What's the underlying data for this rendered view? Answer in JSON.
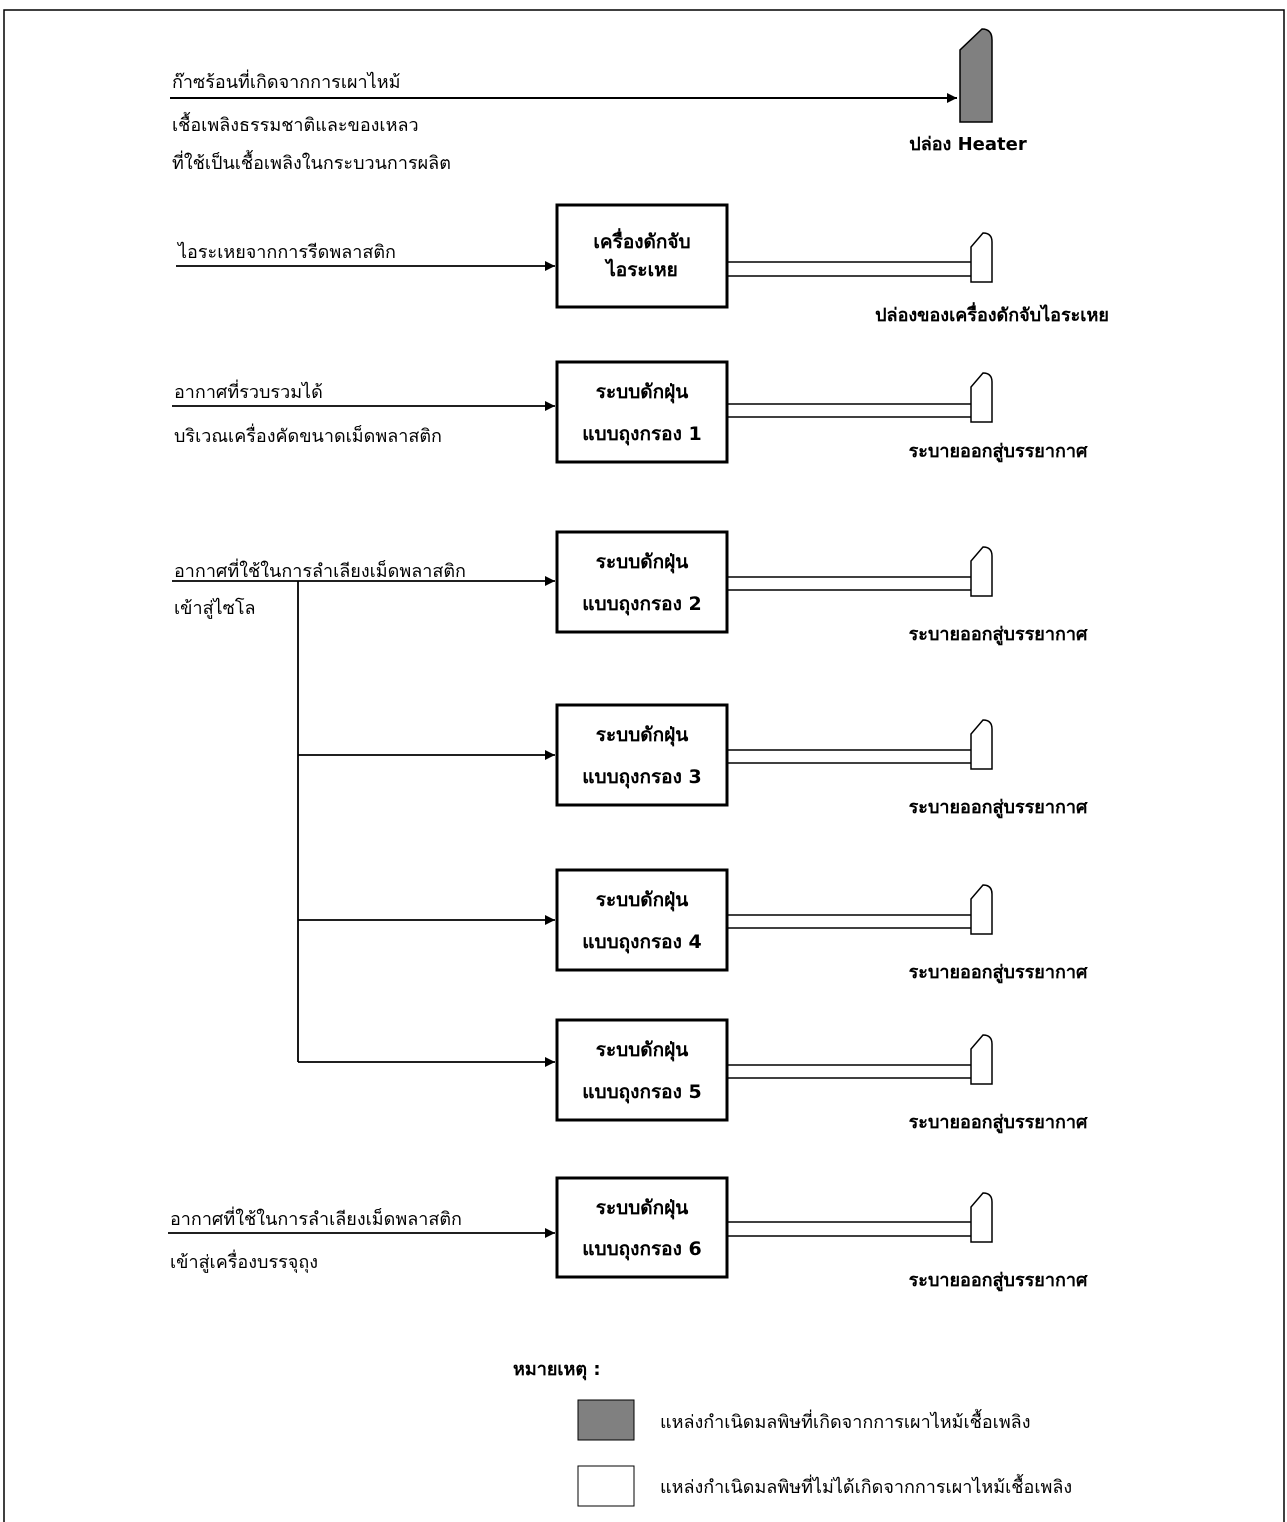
{
  "heater": {
    "inputs": [
      "ก๊าซร้อนที่เกิดจากการเผาไหม้",
      "เชื้อเพลิงธรรมชาติและของเหลว",
      "ที่ใช้เป็นเชื้อเพลิงในกระบวนการผลิต"
    ],
    "stack_label": "ปล่อง Heater",
    "stack_fill": "#808080"
  },
  "fume": {
    "input": "ไอระเหยจากการรีดพลาสติก",
    "box": [
      "เครื่องดักจับ",
      "ไอระเหย"
    ],
    "stack_label": "ปล่องของเครื่องดักจับไอระเหย"
  },
  "bag1": {
    "inputs": [
      "อากาศที่รวบรวมได้",
      "บริเวณเครื่องคัดขนาดเม็ดพลาสติก"
    ],
    "box": [
      "ระบบดักฝุ่น",
      "แบบถุงกรอง 1"
    ],
    "stack_label": "ระบายออกสู่บรรยากาศ"
  },
  "silo": {
    "inputs": [
      "อากาศที่ใช้ในการลำเลียงเม็ดพลาสติก",
      "เข้าสู่ไซโล"
    ],
    "units": [
      {
        "box": [
          "ระบบดักฝุ่น",
          "แบบถุงกรอง 2"
        ],
        "stack_label": "ระบายออกสู่บรรยากาศ"
      },
      {
        "box": [
          "ระบบดักฝุ่น",
          "แบบถุงกรอง 3"
        ],
        "stack_label": "ระบายออกสู่บรรยากาศ"
      },
      {
        "box": [
          "ระบบดักฝุ่น",
          "แบบถุงกรอง 4"
        ],
        "stack_label": "ระบายออกสู่บรรยากาศ"
      },
      {
        "box": [
          "ระบบดักฝุ่น",
          "แบบถุงกรอง 5"
        ],
        "stack_label": "ระบายออกสู่บรรยากาศ"
      }
    ]
  },
  "bag6": {
    "inputs": [
      "อากาศที่ใช้ในการลำเลียงเม็ดพลาสติก",
      "เข้าสู่เครื่องบรรจุถุง"
    ],
    "box": [
      "ระบบดักฝุ่น",
      "แบบถุงกรอง 6"
    ],
    "stack_label": "ระบายออกสู่บรรยากาศ"
  },
  "legend": {
    "title": "หมายเหตุ :",
    "items": [
      {
        "label": "แหล่งกำเนิดมลพิษที่เกิดจากการเผาไหม้เชื้อเพลิง",
        "color": "#808080"
      },
      {
        "label": "แหล่งกำเนิดมลพิษที่ไม่ได้เกิดจากการเผาไหม้เชื้อเพลิง",
        "color": "#ffffff"
      }
    ]
  }
}
